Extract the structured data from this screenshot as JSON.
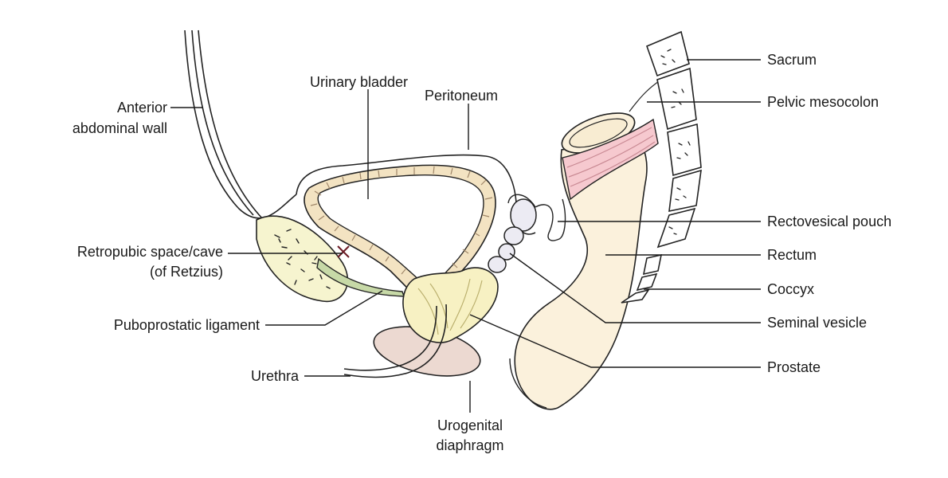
{
  "colors": {
    "outline": "#222222",
    "bladder_wall": "#f3e3c2",
    "bladder_stripe": "#a0876a",
    "bone": "#f6f4cf",
    "rectum": "#fbf1dc",
    "mesocolon": "#f6c9cf",
    "prostate": "#f7f1c3",
    "seminal": "#ecebf3",
    "diaphragm": "#ecd9d1",
    "ligament": "#c7d9a7",
    "retzius_mark": "#6b1b25"
  },
  "labels": {
    "anterior_wall_1": "Anterior",
    "anterior_wall_2": "abdominal wall",
    "urinary_bladder": "Urinary bladder",
    "peritoneum": "Peritoneum",
    "retropubic_1": "Retropubic space/cave",
    "retropubic_2": "(of Retzius)",
    "puboprostatic": "Puboprostatic ligament",
    "urethra": "Urethra",
    "urogenital_1": "Urogenital",
    "urogenital_2": "diaphragm",
    "sacrum": "Sacrum",
    "pelvic_mesocolon": "Pelvic mesocolon",
    "rectovesical_pouch": "Rectovesical pouch",
    "rectum": "Rectum",
    "coccyx": "Coccyx",
    "seminal_vesicle": "Seminal vesicle",
    "prostate": "Prostate"
  }
}
